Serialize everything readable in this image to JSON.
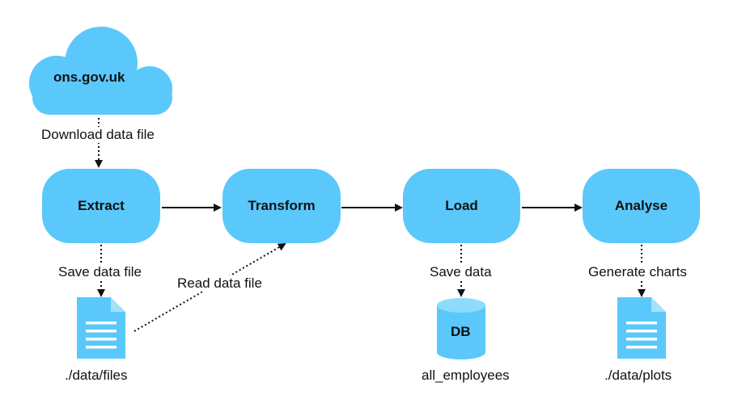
{
  "cloud": {
    "label": "ons.gov.uk"
  },
  "steps": {
    "extract": "Extract",
    "transform": "Transform",
    "load": "Load",
    "analyse": "Analyse"
  },
  "edge_labels": {
    "download": "Download data file",
    "save_file": "Save data file",
    "read_file": "Read data file",
    "save_data": "Save data",
    "generate": "Generate charts"
  },
  "outputs": {
    "files": "./data/files",
    "db_label": "DB",
    "db_name": "all_employees",
    "plots": "./data/plots"
  },
  "colors": {
    "node_fill": "#5ac8fa",
    "arrow": "#111111"
  }
}
